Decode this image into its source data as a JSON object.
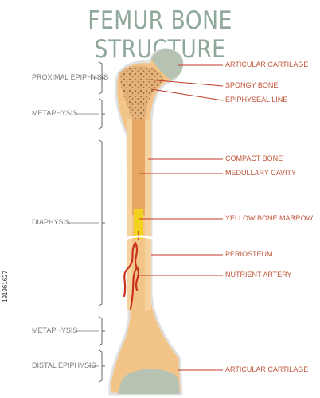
{
  "title": "FEMUR BONE STRUCTURE",
  "left_labels": {
    "proximal_epiphysis": "PROXIMAL EPIPHYSIS",
    "metaphysis_top": "METAPHYSIS",
    "diaphysis": "DIAPHYSIS",
    "metaphysis_bottom": "METAPHYSIS",
    "distal_epiphysis": "DISTAL EPIPHYSIS"
  },
  "right_labels": {
    "articular_cartilage_top": "ARTICULAR CARTILAGE",
    "spongy_bone": "SPONGY BONE",
    "epiphyseal_line": "EPIPHYSEAL LINE",
    "compact_bone": "COMPACT BONE",
    "medullary_cavity": "MEDULLARY CAVITY",
    "yellow_bone_marrow": "YELLOW BONE MARROW",
    "periosteum": "PERIOSTEUM",
    "nutrient_artery": "NUTRIENT ARTERY",
    "articular_cartilage_bottom": "ARTICULAR CARTILAGE"
  },
  "watermark": "191961627",
  "colors": {
    "title": "#8fa89a",
    "left_text": "#7a7a7a",
    "right_text": "#c0563a",
    "leader": "#c0392b",
    "bone": "#f3c487",
    "bone_inner": "#e8a864",
    "cartilage": "#b6c3b3",
    "marrow": "#f2d21c",
    "artery": "#c8321e"
  }
}
